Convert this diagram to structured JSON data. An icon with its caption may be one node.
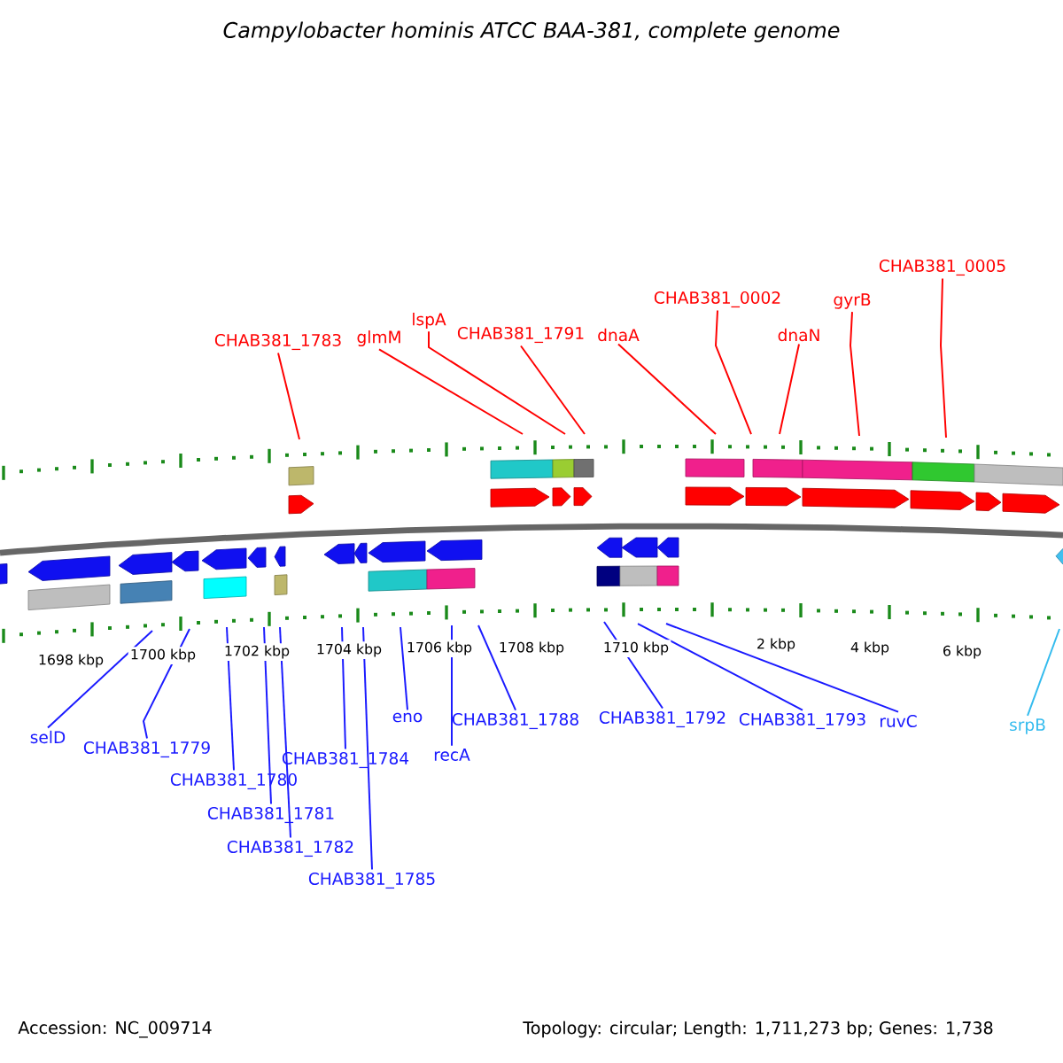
{
  "diagram": {
    "title": "Campylobacter hominis ATCC BAA-381, complete genome",
    "nodes": [
      {
        "text": [
          "CHAB381_1783"
        ]
      },
      {
        "text": [
          "glmM"
        ]
      },
      {
        "text": [
          "lspA"
        ]
      },
      {
        "text": [
          "CHAB381_1791"
        ]
      },
      {
        "text": [
          "dnaA"
        ]
      },
      {
        "text": [
          "CHAB381_0002"
        ]
      },
      {
        "text": [
          "dnaN"
        ]
      },
      {
        "text": [
          "gyrB"
        ]
      },
      {
        "text": [
          "CHAB381_0005"
        ]
      },
      {
        "text": [
          "selD"
        ]
      },
      {
        "text": [
          "CHAB381_1779"
        ]
      },
      {
        "text": [
          "CHAB381_1780"
        ]
      },
      {
        "text": [
          "CHAB381_1781"
        ]
      },
      {
        "text": [
          "CHAB381_1782"
        ]
      },
      {
        "text": [
          "CHAB381_1784"
        ]
      },
      {
        "text": [
          "CHAB381_1785"
        ]
      },
      {
        "text": [
          "eno"
        ]
      },
      {
        "text": [
          "recA"
        ]
      },
      {
        "text": [
          "CHAB381_1788"
        ]
      },
      {
        "text": [
          "CHAB381_1792"
        ]
      },
      {
        "text": [
          "CHAB381_1793"
        ]
      },
      {
        "text": [
          "ruvC"
        ]
      },
      {
        "text": [
          "srpB"
        ]
      }
    ],
    "edges": [
      {
        "from": 0,
        "to": null,
        "arrow": "none",
        "color": "#ff0000"
      },
      {
        "from": 1,
        "to": null,
        "arrow": "none",
        "color": "#ff0000"
      },
      {
        "from": 2,
        "to": null,
        "arrow": "none",
        "color": "#ff0000"
      },
      {
        "from": 3,
        "to": null,
        "arrow": "none",
        "color": "#ff0000"
      },
      {
        "from": 4,
        "to": null,
        "arrow": "none",
        "color": "#ff0000"
      },
      {
        "from": 5,
        "to": null,
        "arrow": "none",
        "color": "#ff0000"
      },
      {
        "from": 6,
        "to": null,
        "arrow": "none",
        "color": "#ff0000"
      },
      {
        "from": 7,
        "to": null,
        "arrow": "none",
        "color": "#ff0000"
      },
      {
        "from": 8,
        "to": null,
        "arrow": "none",
        "color": "#ff0000"
      },
      {
        "from": 9,
        "to": null,
        "arrow": "none"
      },
      {
        "from": 10,
        "to": null,
        "arrow": "none"
      },
      {
        "from": 11,
        "to": null,
        "arrow": "none"
      },
      {
        "from": 12,
        "to": null,
        "arrow": "none"
      },
      {
        "from": 13,
        "to": null,
        "arrow": "none"
      },
      {
        "from": 14,
        "to": null,
        "arrow": "none"
      },
      {
        "from": 15,
        "to": null,
        "arrow": "none"
      },
      {
        "from": 16,
        "to": null,
        "arrow": "none"
      },
      {
        "from": 17,
        "to": null,
        "arrow": "none"
      },
      {
        "from": 18,
        "to": null,
        "arrow": "none"
      },
      {
        "from": 19,
        "to": null,
        "arrow": "none"
      },
      {
        "from": 20,
        "to": null,
        "arrow": "none"
      },
      {
        "from": 21,
        "to": null,
        "arrow": "none"
      },
      {
        "from": 22,
        "to": null,
        "arrow": "none",
        "color": "#33bbee"
      }
    ],
    "labels": [
      "1698 kbp",
      "1700 kbp",
      "1702 kbp",
      "1704 kbp",
      "1706 kbp",
      "1708 kbp",
      "1710 kbp",
      "2 kbp",
      "4 kbp",
      "6 kbp",
      "Accession: NC_009714",
      "Topology: circular; Length: 1,711,273 bp; Genes: 1,738"
    ]
  }
}
